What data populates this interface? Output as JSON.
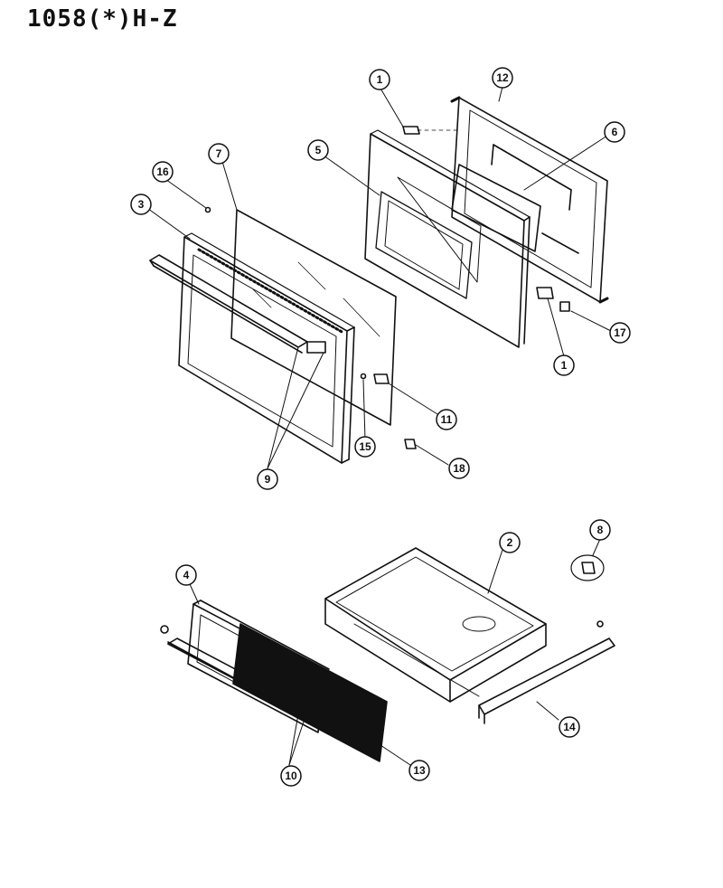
{
  "title": "1058(*)H-Z",
  "callouts": [
    {
      "id": "c1a",
      "label": "1"
    },
    {
      "id": "c12",
      "label": "12"
    },
    {
      "id": "c6",
      "label": "6"
    },
    {
      "id": "c5",
      "label": "5"
    },
    {
      "id": "c7",
      "label": "7"
    },
    {
      "id": "c16",
      "label": "16"
    },
    {
      "id": "c3",
      "label": "3"
    },
    {
      "id": "c17",
      "label": "17"
    },
    {
      "id": "c1b",
      "label": "1"
    },
    {
      "id": "c11",
      "label": "11"
    },
    {
      "id": "c15",
      "label": "15"
    },
    {
      "id": "c18",
      "label": "18"
    },
    {
      "id": "c9",
      "label": "9"
    },
    {
      "id": "c2",
      "label": "2"
    },
    {
      "id": "c8",
      "label": "8"
    },
    {
      "id": "c4",
      "label": "4"
    },
    {
      "id": "c14",
      "label": "14"
    },
    {
      "id": "c13",
      "label": "13"
    },
    {
      "id": "c10",
      "label": "10"
    }
  ]
}
